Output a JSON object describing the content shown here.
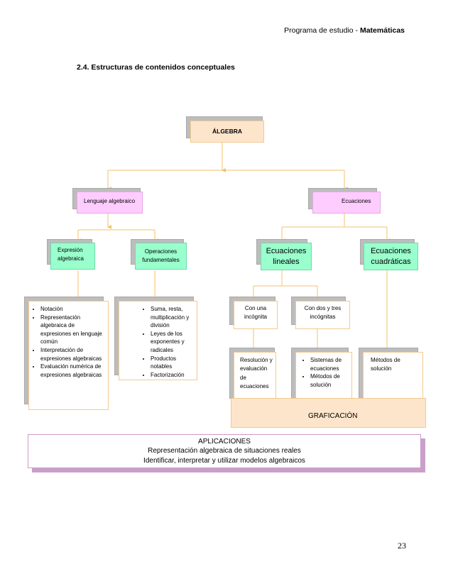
{
  "header": {
    "prefix": "Programa de estudio - ",
    "subject": "Matemáticas"
  },
  "section_title": "2.4.  Estructuras de contenidos conceptuales",
  "page_number": "23",
  "diagram": {
    "root": "ÁLGEBRA",
    "lenguaje": "Lenguaje algebraico",
    "ecuaciones": "Ecuaciones",
    "expresion_line1": "Expresión",
    "expresion_line2": "algebraica",
    "operaciones_line1": "Operaciones",
    "operaciones_line2": "fundamentales",
    "lineales_line1": "Ecuaciones",
    "lineales_line2": "lineales",
    "cuadraticas_line1": "Ecuaciones",
    "cuadraticas_line2": "cuadráticas",
    "expresion_items": [
      "Notación",
      "Representación algebraica de expresiones en lenguaje común",
      "Interpretación de expresiones algebraicas",
      "Evaluación numérica de expresiones algebraicas"
    ],
    "operaciones_items": [
      "Suma, resta, multiplicación y división",
      "Leyes de los exponentes y radicales",
      "Productos notables",
      "Factorización"
    ],
    "una_incognita_line1": "Con una",
    "una_incognita_line2": "incógnita",
    "dos_incognitas_line1": "Con dos y tres",
    "dos_incognitas_line2": "incógnitas",
    "resolucion": "Resolución y evaluación de ecuaciones",
    "sistemas_items": [
      "Sistemas de ecuaciones",
      "Métodos de solución"
    ],
    "metodos": "Métodos de solución",
    "graficacion": "GRAFICACIÓN",
    "aplicaciones": {
      "title": "APLICACIONES",
      "line1": "Representación algebraica de situaciones reales",
      "line2": "Identificar, interpretar y utilizar modelos algebraicos"
    }
  },
  "colors": {
    "pink": "#ffccff",
    "green": "#99ffcc",
    "orange_fill": "#fde5cc",
    "line": "#f5c26b",
    "shadow": "#bdbdbd",
    "app_border": "#cc99cc",
    "app_shadow": "#c9a0c9"
  }
}
